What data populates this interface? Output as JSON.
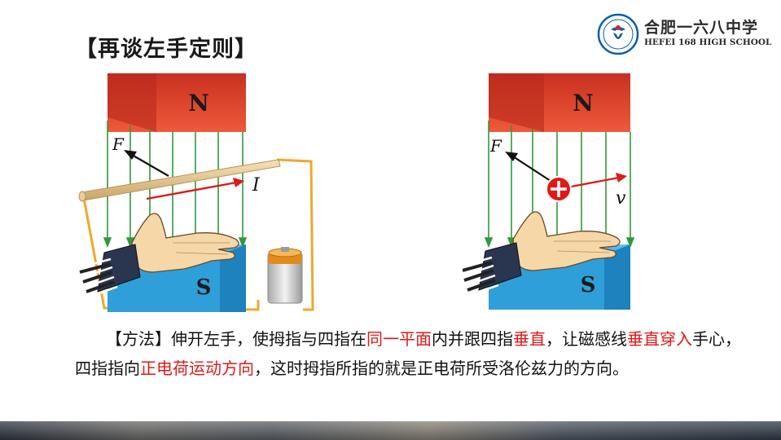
{
  "title": "【再谈左手定则】",
  "logo": {
    "name": "合肥一六八中学",
    "english": "HEFEI 168 HIGH SCHOOL",
    "icon": "school-emblem-icon",
    "color": "#0b5fa8"
  },
  "left_diagram": {
    "north_label": "N",
    "south_label": "S",
    "force_label": "F",
    "current_label": "I"
  },
  "right_diagram": {
    "north_label": "N",
    "south_label": "S",
    "force_label": "F",
    "velocity_label": "v"
  },
  "colors": {
    "magnet_north": "#e8452b",
    "magnet_south": "#2fa3de",
    "field_lines": "#2f9a3a",
    "wire_frame": "#f0a82a",
    "arrow_red": "#e01818",
    "highlight_text": "#e01818"
  },
  "paragraph": {
    "s1": "【方法】伸开左手，使拇指与四指在",
    "h1": "同一平面",
    "s2": "内并跟四指",
    "h2": "垂直",
    "s3": "，让磁感线",
    "h3": "垂直穿入",
    "s4": "手心，四指指向",
    "h4": "正电荷运动方向",
    "s5": "，这时拇指所指的就是正电荷所受洛伦兹力的方向。"
  }
}
